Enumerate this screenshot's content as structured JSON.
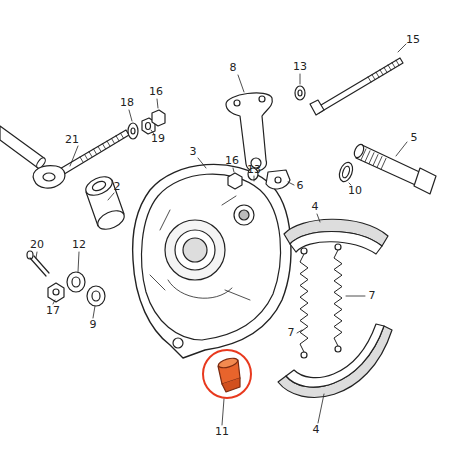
{
  "diagram": {
    "labels": [
      "15",
      "8",
      "13",
      "16",
      "18",
      "21",
      "19",
      "5",
      "3",
      "16",
      "13",
      "6",
      "10",
      "2",
      "4",
      "20",
      "12",
      "7",
      "17",
      "9",
      "7",
      "4",
      "11"
    ]
  }
}
